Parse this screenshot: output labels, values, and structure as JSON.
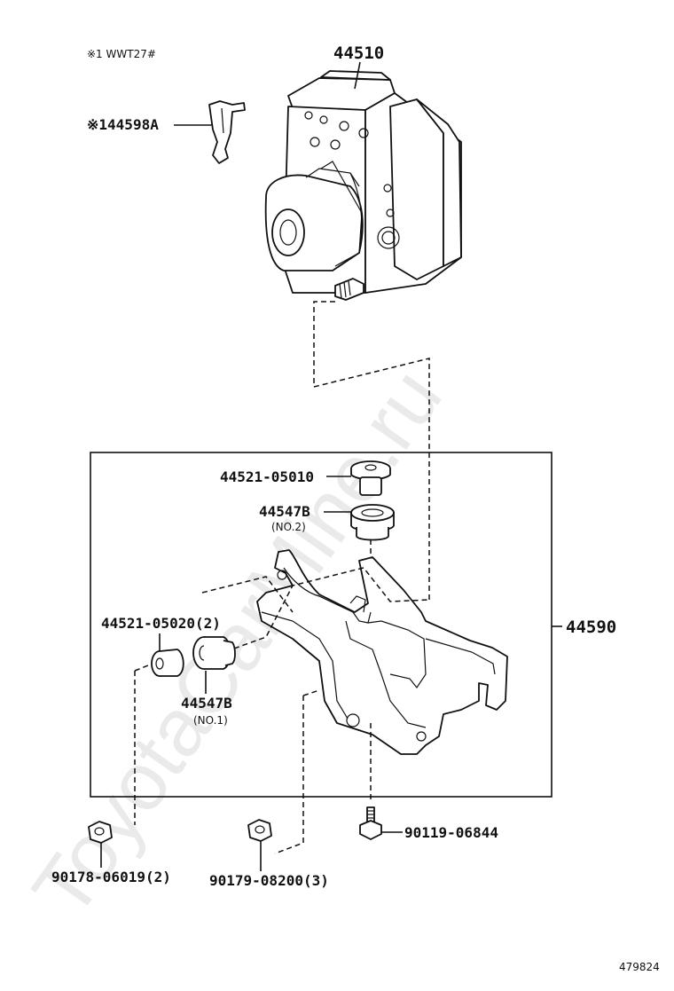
{
  "watermark": "ToyotaCarMine.ru",
  "note": "※1 WWT27#",
  "diagram_id": "479824",
  "labels": {
    "actuator": "44510",
    "bracket_clip": "※144598A",
    "bolt_top": "44521-05010",
    "cushion_no2": "44547B",
    "cushion_no2_sub": "(NO.2)",
    "bolt_side": "44521-05020(2)",
    "cushion_no1": "44547B",
    "cushion_no1_sub": "(NO.1)",
    "bracket_assy": "44590",
    "bolt_bottom": "90119-06844",
    "nut_left": "90178-06019(2)",
    "nut_mid": "90179-08200(3)"
  }
}
